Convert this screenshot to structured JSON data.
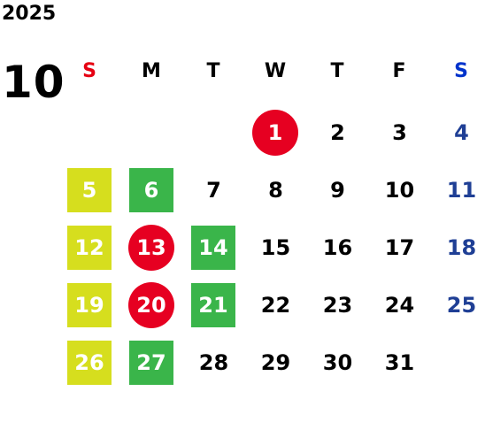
{
  "calendar": {
    "year": "2025",
    "month": "10",
    "weekdays": [
      "S",
      "M",
      "T",
      "W",
      "T",
      "F",
      "S"
    ],
    "weekday_colors": [
      "#e60012",
      "#000000",
      "#000000",
      "#000000",
      "#000000",
      "#000000",
      "#0033cc"
    ],
    "colors": {
      "weekday_text": "#000000",
      "saturday_text": "#1f3f95",
      "marked_text": "#ffffff",
      "yellow_green": "#d6de1e",
      "green": "#3ab54a",
      "red": "#e60021"
    },
    "weeks": [
      [
        {
          "day": "",
          "mark": "none"
        },
        {
          "day": "",
          "mark": "none"
        },
        {
          "day": "",
          "mark": "none"
        },
        {
          "day": "1",
          "mark": "red-circle"
        },
        {
          "day": "2",
          "mark": "none"
        },
        {
          "day": "3",
          "mark": "none"
        },
        {
          "day": "4",
          "mark": "none"
        }
      ],
      [
        {
          "day": "5",
          "mark": "yellow-square"
        },
        {
          "day": "6",
          "mark": "green-square"
        },
        {
          "day": "7",
          "mark": "none"
        },
        {
          "day": "8",
          "mark": "none"
        },
        {
          "day": "9",
          "mark": "none"
        },
        {
          "day": "10",
          "mark": "none"
        },
        {
          "day": "11",
          "mark": "none"
        }
      ],
      [
        {
          "day": "12",
          "mark": "yellow-square"
        },
        {
          "day": "13",
          "mark": "red-circle"
        },
        {
          "day": "14",
          "mark": "green-square"
        },
        {
          "day": "15",
          "mark": "none"
        },
        {
          "day": "16",
          "mark": "none"
        },
        {
          "day": "17",
          "mark": "none"
        },
        {
          "day": "18",
          "mark": "none"
        }
      ],
      [
        {
          "day": "19",
          "mark": "yellow-square"
        },
        {
          "day": "20",
          "mark": "red-circle"
        },
        {
          "day": "21",
          "mark": "green-square"
        },
        {
          "day": "22",
          "mark": "none"
        },
        {
          "day": "23",
          "mark": "none"
        },
        {
          "day": "24",
          "mark": "none"
        },
        {
          "day": "25",
          "mark": "none"
        }
      ],
      [
        {
          "day": "26",
          "mark": "yellow-square"
        },
        {
          "day": "27",
          "mark": "green-square"
        },
        {
          "day": "28",
          "mark": "none"
        },
        {
          "day": "29",
          "mark": "none"
        },
        {
          "day": "30",
          "mark": "none"
        },
        {
          "day": "31",
          "mark": "none"
        },
        {
          "day": "",
          "mark": "none"
        }
      ]
    ]
  }
}
